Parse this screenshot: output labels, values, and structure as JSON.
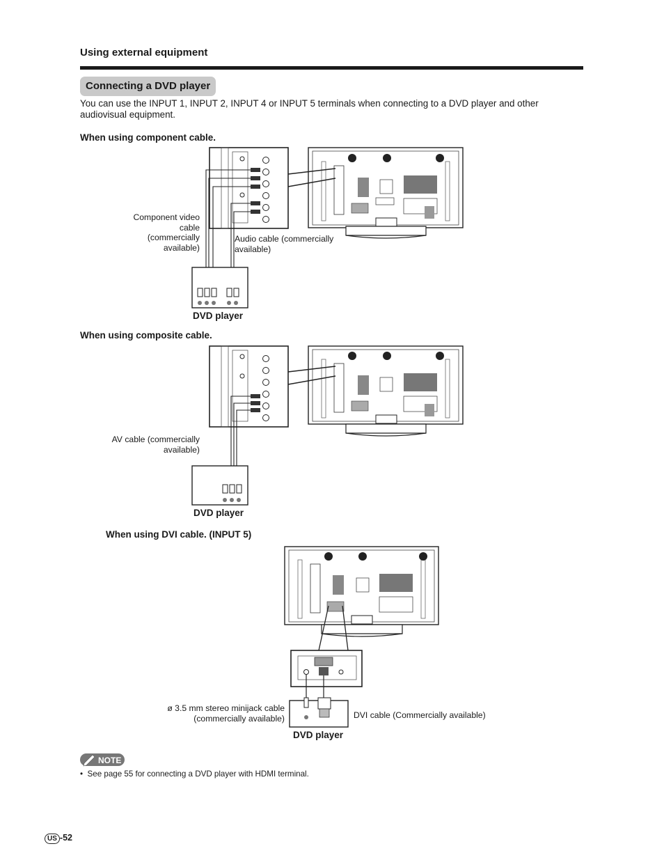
{
  "header": {
    "section_title": "Using external equipment"
  },
  "main": {
    "heading": "Connecting a DVD player",
    "intro": "You can use the INPUT 1, INPUT 2, INPUT 4 or INPUT 5 terminals when connecting to a DVD player and other audiovisual equipment.",
    "component": {
      "title": "When using component cable.",
      "video_cable_label": "Component video cable (commercially available)",
      "audio_cable_label": "Audio cable (commercially available)",
      "device_label": "DVD player"
    },
    "composite": {
      "title": "When using composite cable.",
      "av_cable_label": "AV cable (commercially available)",
      "device_label": "DVD player"
    },
    "dvi": {
      "title": "When using DVI cable. (INPUT 5)",
      "minijack_label": "ø 3.5 mm stereo minijack cable (commercially available)",
      "dvi_cable_label": "DVI cable (Commercially available)",
      "device_label": "DVD player"
    },
    "note": {
      "badge": "NOTE",
      "items": [
        "See page 55 for connecting a DVD player with HDMI terminal."
      ]
    }
  },
  "footer": {
    "region_badge": "US",
    "page_number": "-52"
  }
}
